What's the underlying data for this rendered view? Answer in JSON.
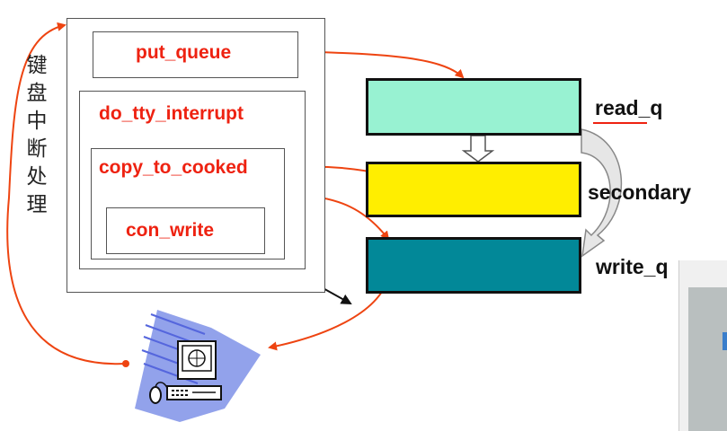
{
  "side_label": [
    "键",
    "盘",
    "中",
    "断",
    "处",
    "理"
  ],
  "functions": {
    "put_queue": "put_queue",
    "do_tty_interrupt": "do_tty_interrupt",
    "copy_to_cooked": "copy_to_cooked",
    "con_write": "con_write"
  },
  "queues": {
    "read_q": "read_q",
    "secondary": "secondary",
    "write_q": "write_q"
  },
  "colors": {
    "read_q_fill": "#98f2d2",
    "secondary_fill": "#ffee00",
    "write_q_fill": "#028898",
    "label_red": "#ee2211",
    "arrow_red": "#ee4411"
  },
  "icons": [
    "computer-terminal-icon"
  ]
}
